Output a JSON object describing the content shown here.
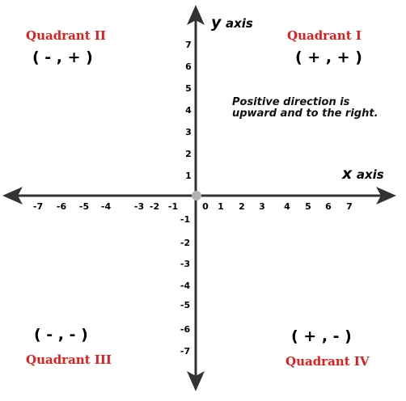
{
  "quadrants": {
    "q1": {
      "title": "Quadrant I",
      "signs": "( + , + )"
    },
    "q2": {
      "title": "Quadrant II",
      "signs": "( - , + )"
    },
    "q3": {
      "title": "Quadrant III",
      "signs": "( - , - )"
    },
    "q4": {
      "title": "Quadrant IV",
      "signs": "( + , - )"
    }
  },
  "axes": {
    "y": {
      "letter": "y",
      "word": "axis"
    },
    "x": {
      "letter": "x",
      "word": "axis"
    }
  },
  "note": {
    "line1": "Positive direction is",
    "line2": "upward and to the right."
  },
  "ticks": {
    "x": [
      "-7",
      "-6",
      "-5",
      "-4",
      "-3",
      "-2",
      "-1",
      "0",
      "1",
      "2",
      "3",
      "4",
      "5",
      "6",
      "7"
    ],
    "y_positive": [
      "1",
      "2",
      "3",
      "4",
      "5",
      "6",
      "7"
    ],
    "y_negative": [
      "-1",
      "-2",
      "-3",
      "-4",
      "-5",
      "-6",
      "-7"
    ]
  },
  "colors": {
    "axis": "#333333",
    "quadrant_title": "#e41b1b",
    "origin_dot": "#b3b3b3"
  }
}
